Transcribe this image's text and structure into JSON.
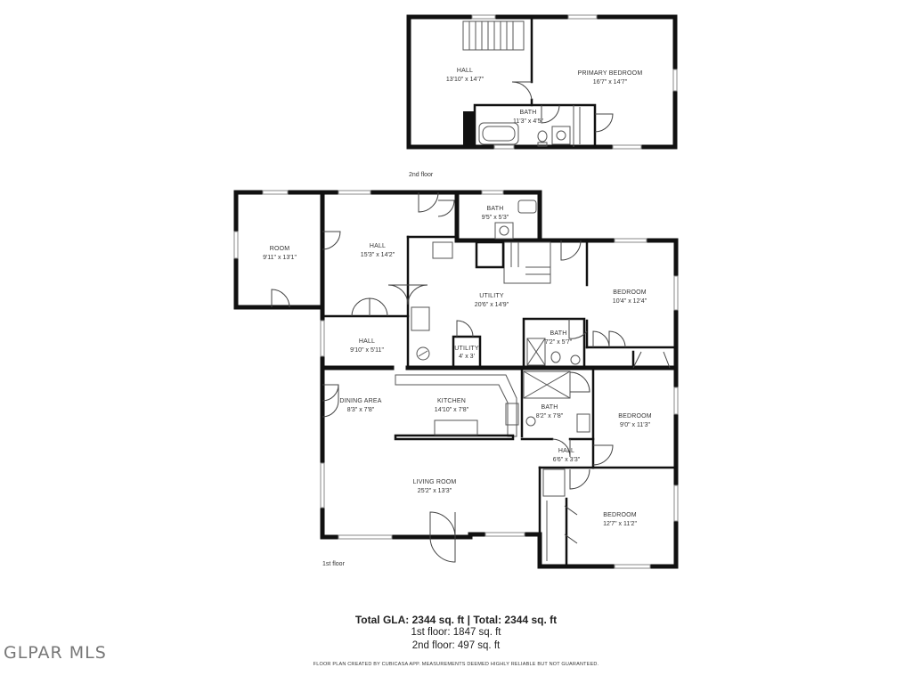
{
  "floor_labels": {
    "second": "2nd floor",
    "first": "1st floor"
  },
  "rooms_second": [
    {
      "name": "HALL",
      "dims": "13'10\" x 14'7\""
    },
    {
      "name": "PRIMARY BEDROOM",
      "dims": "16'7\" x 14'7\""
    },
    {
      "name": "BATH",
      "dims": "11'3\" x 4'5\""
    }
  ],
  "rooms_first": [
    {
      "name": "ROOM",
      "dims": "9'11\" x 13'1\""
    },
    {
      "name": "HALL",
      "dims": "15'3\" x 14'2\""
    },
    {
      "name": "BATH",
      "dims": "9'5\" x 5'3\""
    },
    {
      "name": "UTILITY",
      "dims": "20'6\" x 14'9\""
    },
    {
      "name": "BEDROOM",
      "dims": "10'4\" x 12'4\""
    },
    {
      "name": "HALL",
      "dims": "9'10\" x 5'11\""
    },
    {
      "name": "UTILITY",
      "dims": "4' x 3'"
    },
    {
      "name": "BATH",
      "dims": "7'2\" x 5'7\""
    },
    {
      "name": "DINING AREA",
      "dims": "8'3\" x 7'8\""
    },
    {
      "name": "KITCHEN",
      "dims": "14'10\" x 7'8\""
    },
    {
      "name": "BATH",
      "dims": "8'2\" x 7'8\""
    },
    {
      "name": "BEDROOM",
      "dims": "9'0\" x 11'3\""
    },
    {
      "name": "HALL",
      "dims": "6'6\" x 3'3\""
    },
    {
      "name": "LIVING ROOM",
      "dims": "25'2\" x 13'3\""
    },
    {
      "name": "BEDROOM",
      "dims": "12'7\" x 11'2\""
    }
  ],
  "summary": {
    "total": "Total GLA: 2344 sq. ft | Total: 2344 sq. ft",
    "first_floor": "1st floor: 1847 sq. ft",
    "second_floor": "2nd floor: 497 sq. ft"
  },
  "disclaimer": "FLOOR PLAN CREATED BY CUBICASA APP. MEASUREMENTS DEEMED HIGHLY RELIABLE BUT NOT GUARANTEED.",
  "logo": {
    "text": "GLPAR MLS"
  }
}
